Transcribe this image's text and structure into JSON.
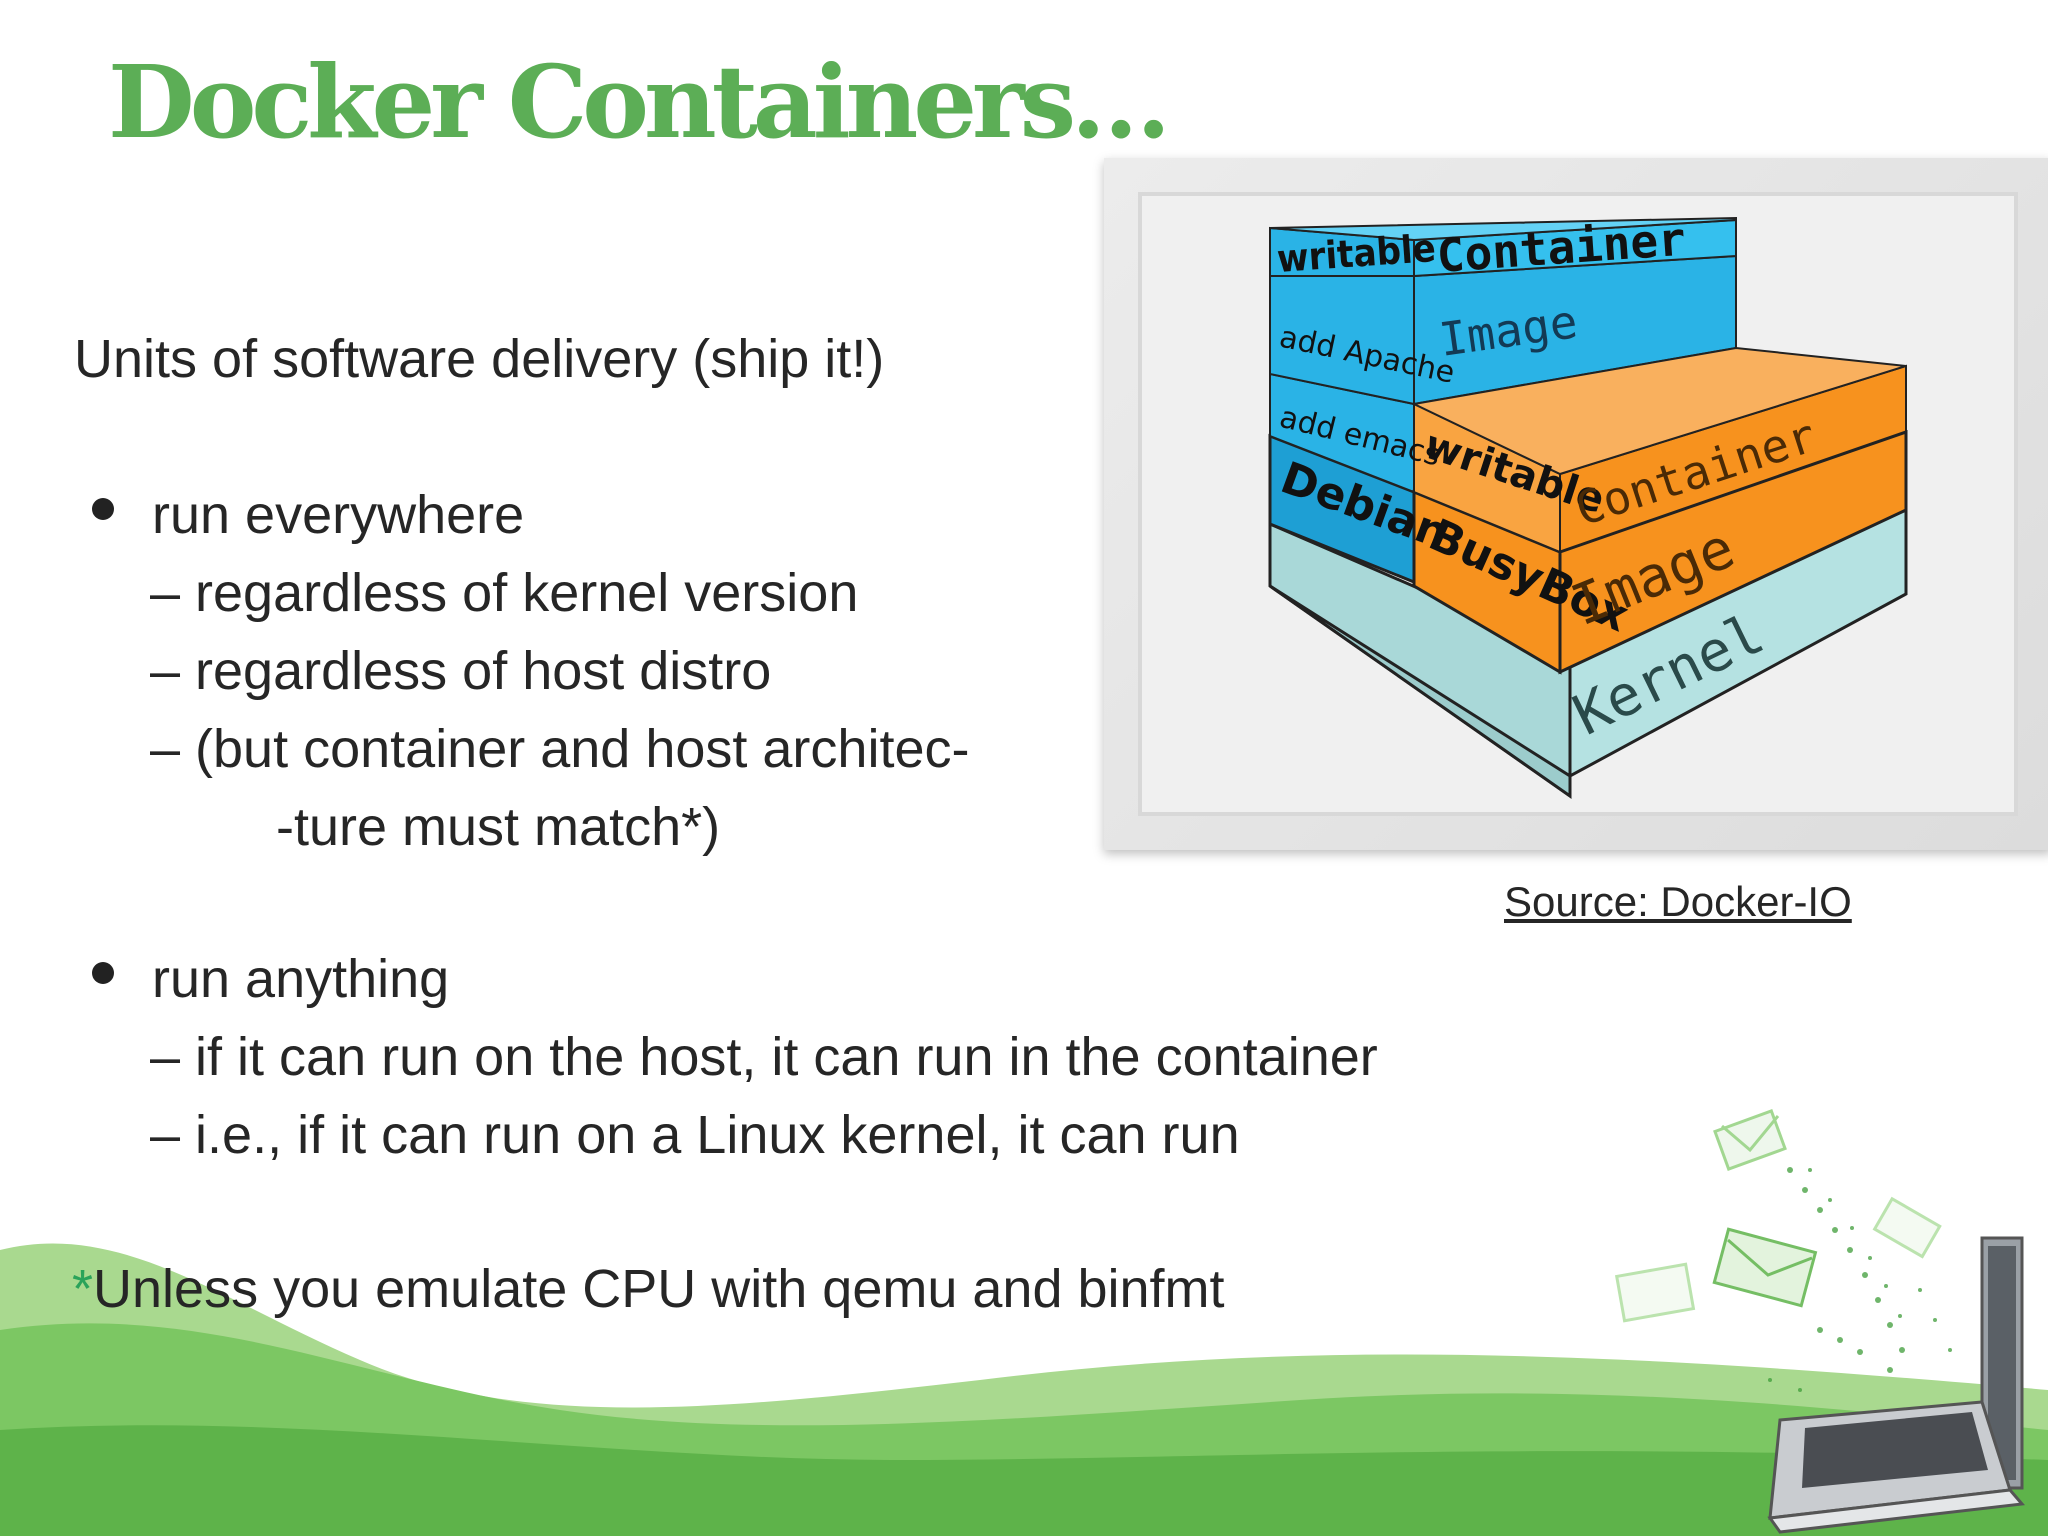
{
  "slide": {
    "title": "Docker Containers…",
    "intro": "Units of software delivery (ship it!)",
    "bullet1": {
      "label": "run everywhere",
      "sub1": "– regardless of kernel version",
      "sub2": "– regardless of host distro",
      "sub3": "– (but container and host architec-",
      "sub3_cont": "-ture must match*)"
    },
    "bullet2": {
      "label": "run anything",
      "sub1": "– if it can run on the host, it can run in the container",
      "sub2": "– i.e., if it can run on a Linux kernel, it can run"
    },
    "footnote": {
      "marker": "*",
      "text": "Unless you emulate CPU with qemu and binfmt"
    },
    "source": "Source: Docker-IO"
  },
  "diagram": {
    "labels": {
      "writable_left": "writable",
      "container_top": "Container",
      "add_apache": "add Apache",
      "image_top": "Image",
      "add_emacs": "add emacs",
      "debian": "Debian",
      "writable_right": "writable",
      "container_right": "Container",
      "busybox": "BusyBox",
      "image_right": "Image",
      "kernel": "Kernel"
    },
    "colors": {
      "blue": "#2ab3e6",
      "orange": "#f7921e",
      "kernel": "#b5e2e2",
      "title_green": "#5cae56",
      "wave_green": "#6abf59"
    }
  }
}
